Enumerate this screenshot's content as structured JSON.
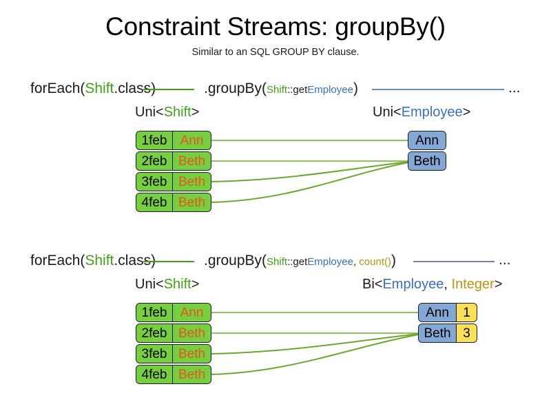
{
  "header": {
    "title": "Constraint Streams: groupBy()",
    "subtitle": "Similar to an SQL GROUP BY clause."
  },
  "colors": {
    "shift_green": "#41a018",
    "employee_blue": "#3b6fc4",
    "integer_gold": "#bb9412",
    "fact_box_fill": "#76cf3f",
    "group_box_fill": "#84a8d6",
    "count_box_fill": "#fce157",
    "fact_name_text": "#e8531a",
    "link_line": "#76b13a",
    "connector_green": "#41a018",
    "connector_blue": "#6b8fc4",
    "connector_purple": "#8e76a4"
  },
  "sections": [
    {
      "id": "groupby-single",
      "pipeline": {
        "source_prefix": "forEach(",
        "source_type": "Shift",
        "source_suffix": ".class)",
        "op_prefix": ".groupBy(",
        "op_arg_type": "Shift",
        "op_arg_method": "::getEmployee",
        "op_suffix": ")",
        "tail_ellipsis": "...",
        "tail_line_color": "connector-blue"
      },
      "left_type_label": {
        "prefix": "Uni<",
        "generic": "Shift",
        "suffix": ">"
      },
      "right_type_label": {
        "prefix": "Uni<",
        "generic": "Employee",
        "suffix": ">"
      },
      "facts": [
        {
          "date": "1feb",
          "name": "Ann"
        },
        {
          "date": "2feb",
          "name": "Beth"
        },
        {
          "date": "3feb",
          "name": "Beth"
        },
        {
          "date": "4feb",
          "name": "Beth"
        }
      ],
      "groups": [
        {
          "employee": "Ann",
          "count": null
        },
        {
          "employee": "Beth",
          "count": null
        }
      ],
      "links": [
        {
          "from_fact": 0,
          "to_group": 0
        },
        {
          "from_fact": 1,
          "to_group": 1
        },
        {
          "from_fact": 2,
          "to_group": 1
        },
        {
          "from_fact": 3,
          "to_group": 1
        }
      ]
    },
    {
      "id": "groupby-count",
      "pipeline": {
        "source_prefix": "forEach(",
        "source_type": "Shift",
        "source_suffix": ".class)",
        "op_prefix": ".groupBy(",
        "op_arg_type": "Shift",
        "op_arg_method": "::getEmployee",
        "op_arg_separator": ", ",
        "op_arg_collector": "count()",
        "op_suffix": ")",
        "tail_ellipsis": "...",
        "tail_line_color": "connector-purple"
      },
      "left_type_label": {
        "prefix": "Uni<",
        "generic": "Shift",
        "suffix": ">"
      },
      "right_type_label": {
        "prefix": "Bi<",
        "generic": "Employee",
        "separator": ", ",
        "generic2": "Integer",
        "suffix": ">"
      },
      "facts": [
        {
          "date": "1feb",
          "name": "Ann"
        },
        {
          "date": "2feb",
          "name": "Beth"
        },
        {
          "date": "3feb",
          "name": "Beth"
        },
        {
          "date": "4feb",
          "name": "Beth"
        }
      ],
      "groups": [
        {
          "employee": "Ann",
          "count": "1"
        },
        {
          "employee": "Beth",
          "count": "3"
        }
      ],
      "links": [
        {
          "from_fact": 0,
          "to_group": 0
        },
        {
          "from_fact": 1,
          "to_group": 1
        },
        {
          "from_fact": 2,
          "to_group": 1
        },
        {
          "from_fact": 3,
          "to_group": 1
        }
      ]
    }
  ]
}
